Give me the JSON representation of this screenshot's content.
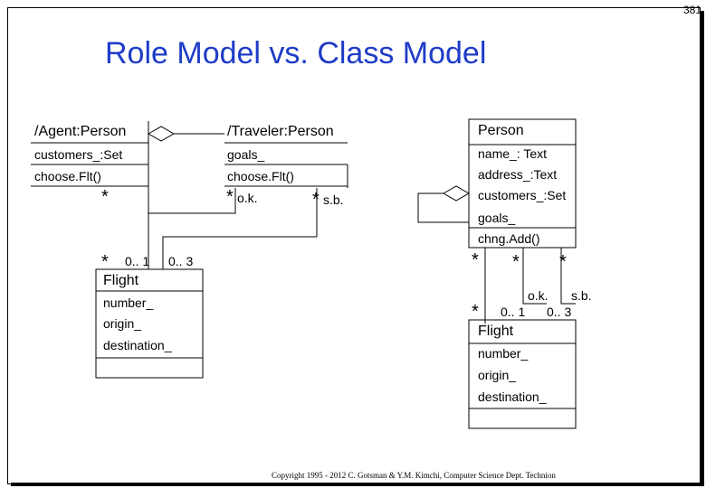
{
  "page_number": "381",
  "title": "Role Model   vs.   Class Model",
  "agent_class": {
    "name": "/Agent:Person",
    "attribute": "customers_:Set",
    "operation": "choose.Flt()"
  },
  "traveler_class": {
    "name": "/Traveler:Person",
    "attribute": "goals_",
    "operation": "choose.Flt()"
  },
  "person_class": {
    "name": "Person",
    "attributes": [
      "name_: Text",
      "address_:Text",
      "customers_:Set",
      "goals_"
    ],
    "operation": "chng.Add()"
  },
  "flight_left": {
    "name": "Flight",
    "attributes": [
      "number_",
      "origin_",
      "destination_"
    ]
  },
  "flight_right": {
    "name": "Flight",
    "attributes": [
      "number_",
      "origin_",
      "destination_"
    ]
  },
  "multiplicities": {
    "agent_bottom": "*",
    "traveler_ok_star": "*",
    "ok_label": "o.k.",
    "traveler_sb_star": "*",
    "sb_label": "s.b.",
    "flight_left_star": "*",
    "flight_left_01": "0.. 1",
    "flight_left_03": "0.. 3",
    "person_star1": "*",
    "person_star2": "*",
    "person_star3": "*",
    "right_ok": "o.k.",
    "right_sb": "s.b.",
    "right_star": "*",
    "right_01": "0.. 1",
    "right_03": "0.. 3"
  },
  "copyright": "Copyright   1995 - 2012   C. Gotsman  &  Y.M. Kimchi,  Computer Science Dept.   Technion"
}
